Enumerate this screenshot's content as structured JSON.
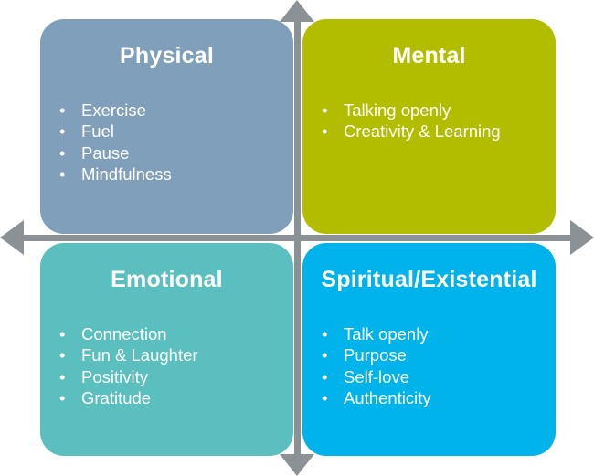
{
  "colors": {
    "axis": "#8c9195",
    "physical": "#7f9fba",
    "mental": "#b3bd00",
    "emotional": "#5bbfbf",
    "spiritual": "#00b3ea"
  },
  "quadrants": [
    {
      "key": "physical",
      "title": "Physical",
      "items": [
        "Exercise",
        "Fuel",
        "Pause",
        "Mindfulness"
      ]
    },
    {
      "key": "mental",
      "title": "Mental",
      "items": [
        "Talking openly",
        "Creativity & Learning"
      ]
    },
    {
      "key": "emotional",
      "title": "Emotional",
      "items": [
        "Connection",
        "Fun & Laughter",
        "Positivity",
        "Gratitude"
      ]
    },
    {
      "key": "spiritual",
      "title": "Spiritual/Existential",
      "items": [
        "Talk openly",
        "Purpose",
        "Self-love",
        "Authenticity"
      ]
    }
  ]
}
